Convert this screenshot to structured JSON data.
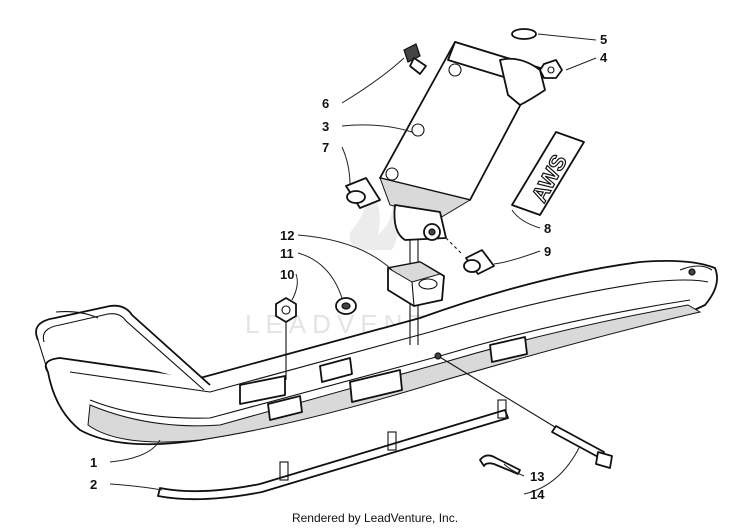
{
  "watermark": "LEADVENTURE",
  "credit": "Rendered by LeadVenture, Inc.",
  "decal_text": "AWS",
  "callouts": [
    {
      "id": "1",
      "label": "1"
    },
    {
      "id": "2",
      "label": "2"
    },
    {
      "id": "3",
      "label": "3"
    },
    {
      "id": "4",
      "label": "4"
    },
    {
      "id": "5",
      "label": "5"
    },
    {
      "id": "6",
      "label": "6"
    },
    {
      "id": "7",
      "label": "7"
    },
    {
      "id": "8",
      "label": "8"
    },
    {
      "id": "9",
      "label": "9"
    },
    {
      "id": "10",
      "label": "10"
    },
    {
      "id": "11",
      "label": "11"
    },
    {
      "id": "12",
      "label": "12"
    },
    {
      "id": "13",
      "label": "13"
    },
    {
      "id": "14",
      "label": "14"
    }
  ]
}
